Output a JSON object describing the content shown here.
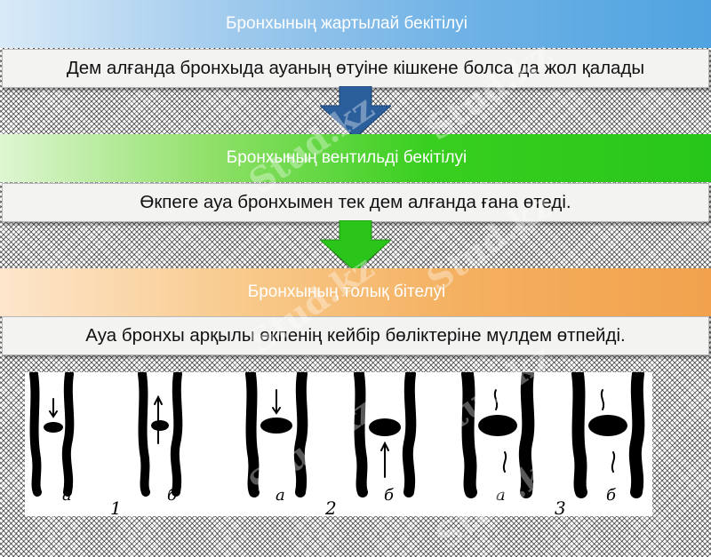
{
  "sections": [
    {
      "title": "Бронхының жартылай бекітілуі",
      "description": "Дем алғанда бронхыда ауаның өтуіне кішкене болса да жол қалады",
      "color": "#4fa3e0"
    },
    {
      "title": "Бронхының вентильді бекітілуі",
      "description": "Өкпеге ауа бронхымен тек дем алғанда ғана өтеді.",
      "color": "#27c61a"
    },
    {
      "title": "Бронхының толық бітелуі",
      "description": "Ауа бронхы арқылы өкпенің кейбір бөліктеріне мүлдем өтпейді.",
      "color": "#f2a24d"
    }
  ],
  "arrows": [
    {
      "color": "#2a5f9c"
    },
    {
      "color": "#2bc41a"
    }
  ],
  "figure": {
    "panel_labels": [
      "а",
      "б",
      "а",
      "б",
      "а",
      "б"
    ],
    "group_labels": [
      "1",
      "2",
      "3"
    ]
  },
  "watermark": "Stud.kz"
}
